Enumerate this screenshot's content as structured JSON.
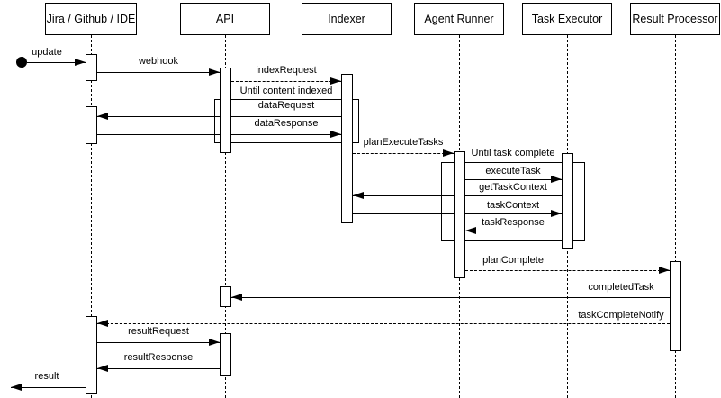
{
  "diagram": {
    "type": "uml-sequence",
    "colors": {
      "stroke": "#000000",
      "shape_fill": "#ffffff",
      "background": "#ffffff"
    },
    "actors": [
      {
        "name": "Jira / Github / IDE"
      },
      {
        "name": "API"
      },
      {
        "name": "Indexer"
      },
      {
        "name": "Agent Runner"
      },
      {
        "name": "Task Executor"
      },
      {
        "name": "Result Processor"
      }
    ],
    "loops": [
      {
        "label": "Until content indexed",
        "participants": [
          "API",
          "Indexer"
        ]
      },
      {
        "label": "Until task complete",
        "participants": [
          "Agent Runner",
          "Task Executor"
        ]
      }
    ],
    "messages": [
      {
        "label": "update",
        "from": "start",
        "to": "Jira / Github / IDE",
        "line": "solid"
      },
      {
        "label": "webhook",
        "from": "Jira / Github / IDE",
        "to": "API",
        "line": "solid"
      },
      {
        "label": "indexRequest",
        "from": "API",
        "to": "Indexer",
        "line": "dashed"
      },
      {
        "label": "dataRequest",
        "from": "Indexer",
        "to": "Jira / Github / IDE",
        "line": "solid"
      },
      {
        "label": "dataResponse",
        "from": "Jira / Github / IDE",
        "to": "Indexer",
        "line": "solid"
      },
      {
        "label": "planExecuteTasks",
        "from": "Indexer",
        "to": "Agent Runner",
        "line": "dashed"
      },
      {
        "label": "executeTask",
        "from": "Agent Runner",
        "to": "Task Executor",
        "line": "solid"
      },
      {
        "label": "getTaskContext",
        "from": "Task Executor",
        "to": "Indexer",
        "line": "solid"
      },
      {
        "label": "taskContext",
        "from": "Indexer",
        "to": "Task Executor",
        "line": "solid"
      },
      {
        "label": "taskResponse",
        "from": "Task Executor",
        "to": "Agent Runner",
        "line": "solid"
      },
      {
        "label": "planComplete",
        "from": "Agent Runner",
        "to": "Result Processor",
        "line": "dashed"
      },
      {
        "label": "completedTask",
        "from": "Result Processor",
        "to": "API",
        "line": "solid"
      },
      {
        "label": "taskCompleteNotify",
        "from": "Result Processor",
        "to": "Jira / Github / IDE",
        "line": "dashed"
      },
      {
        "label": "resultRequest",
        "from": "Jira / Github / IDE",
        "to": "API",
        "line": "solid"
      },
      {
        "label": "resultResponse",
        "from": "API",
        "to": "Jira / Github / IDE",
        "line": "solid"
      },
      {
        "label": "result",
        "from": "Jira / Github / IDE",
        "to": "end",
        "line": "solid"
      }
    ]
  }
}
